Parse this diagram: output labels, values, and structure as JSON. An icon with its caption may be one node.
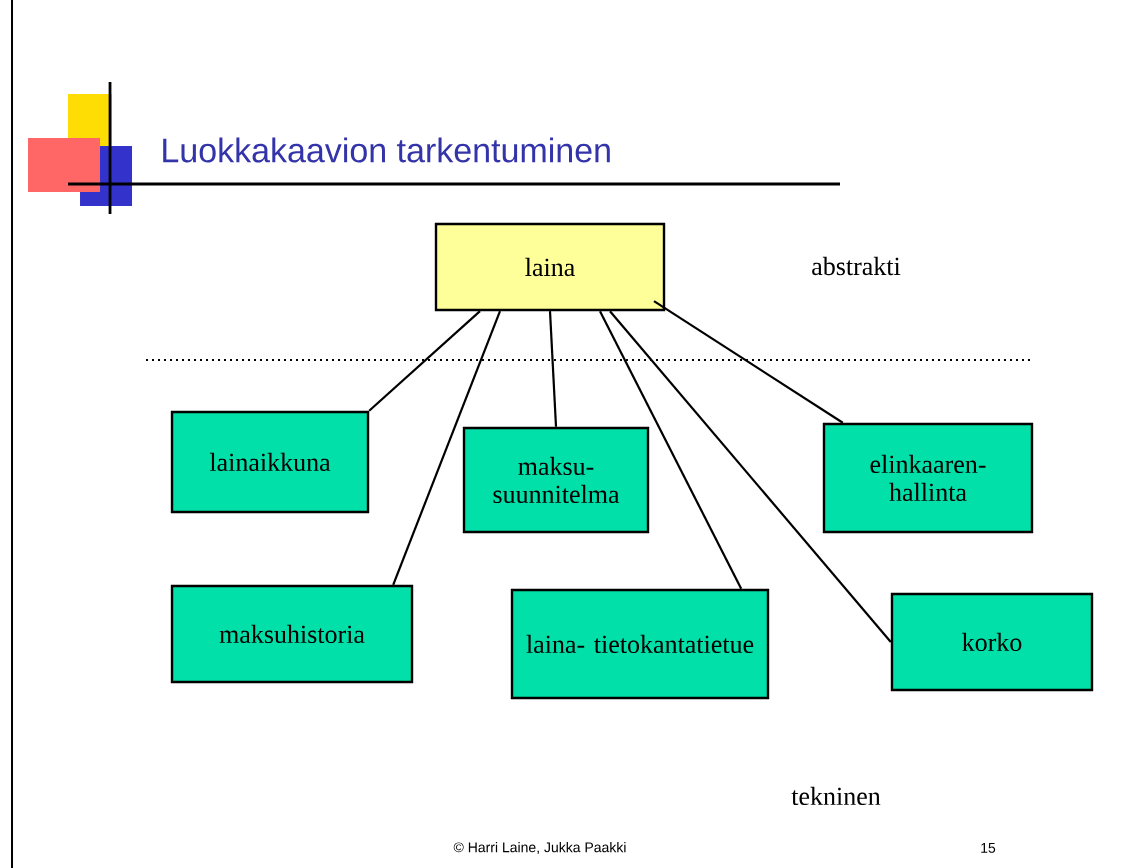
{
  "diagram": {
    "title": "Luokkakaavion tarkentuminen",
    "nodes": [
      {
        "text": [
          "laina"
        ]
      },
      {
        "text": [
          "lainaikkuna"
        ]
      },
      {
        "text": [
          "maksu- suunnitelma"
        ]
      },
      {
        "text": [
          "elinkaaren- hallinta"
        ]
      },
      {
        "text": [
          "maksuhistoria"
        ]
      },
      {
        "text": [
          "laina- tietokantatietue"
        ]
      },
      {
        "text": [
          "korko"
        ]
      }
    ],
    "edges": [
      {
        "from": 0,
        "to": 1,
        "arrow": "none"
      },
      {
        "from": 0,
        "to": 4,
        "arrow": "none"
      },
      {
        "from": 0,
        "to": 2,
        "arrow": "none"
      },
      {
        "from": 0,
        "to": 5,
        "arrow": "none"
      },
      {
        "from": 0,
        "to": 6,
        "arrow": "none"
      },
      {
        "from": 0,
        "to": 3,
        "arrow": "none"
      }
    ],
    "labels": [
      "abstrakti",
      "tekninen",
      "© Harri Laine, Jukka Paakki",
      "15"
    ]
  }
}
